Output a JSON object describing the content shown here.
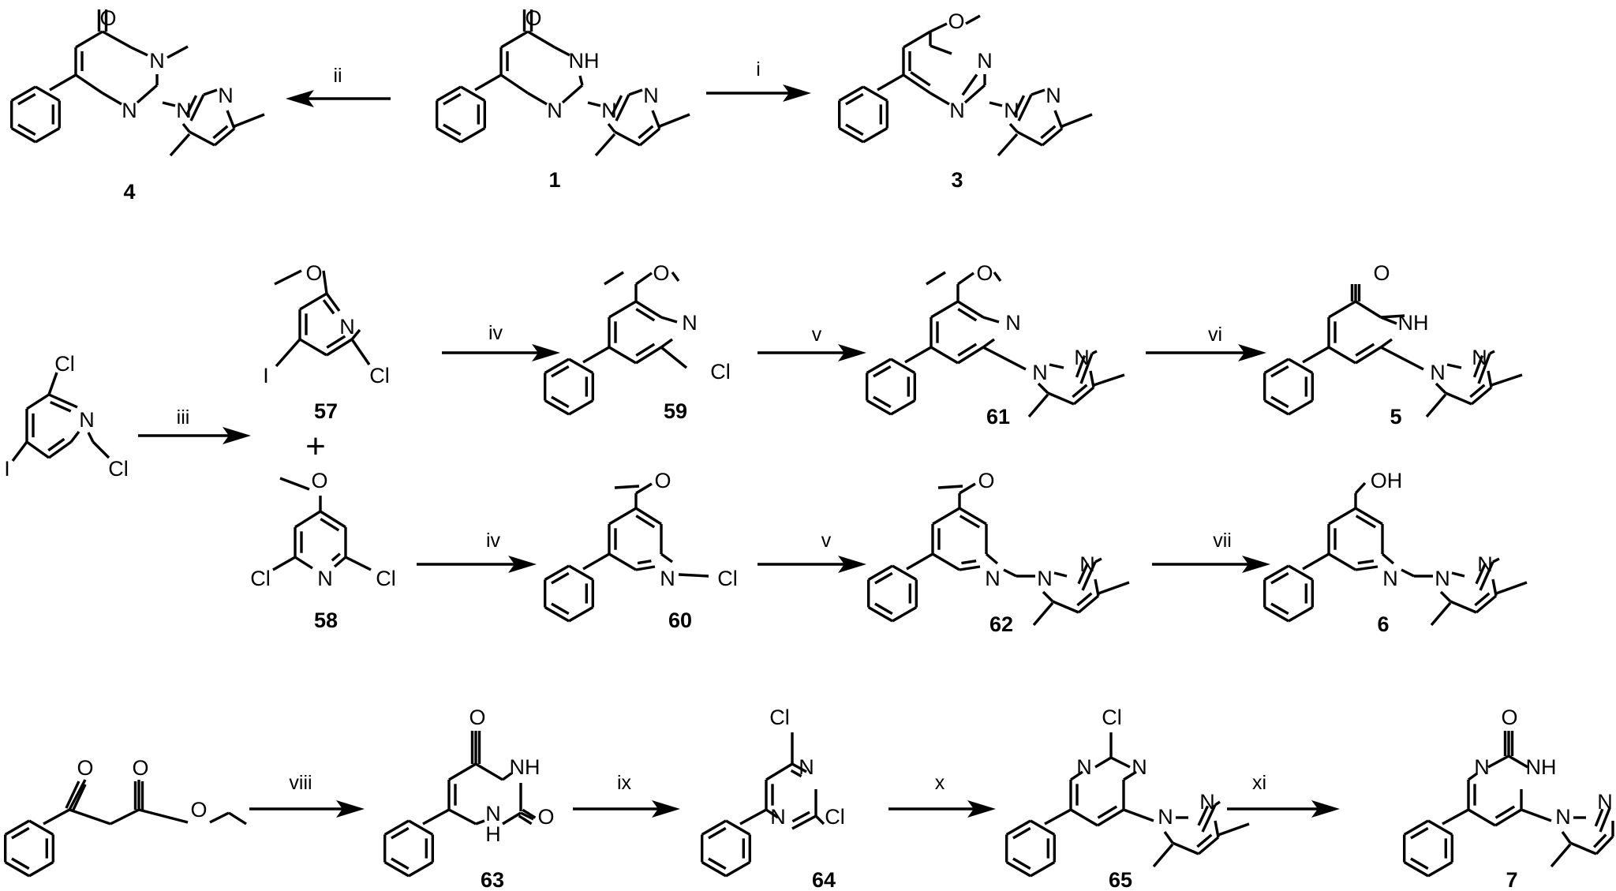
{
  "scheme": {
    "compound_labels": {
      "c1": "1",
      "c3": "3",
      "c4": "4",
      "c57": "57",
      "c58": "58",
      "c59": "59",
      "c60": "60",
      "c61": "61",
      "c62": "62",
      "c5": "5",
      "c6": "6",
      "c63": "63",
      "c64": "64",
      "c65": "65",
      "c7": "7"
    },
    "reagent_labels": {
      "i": "i",
      "ii": "ii",
      "iii": "iii",
      "iv_top": "iv",
      "iv_bottom": "iv",
      "v_top": "v",
      "v_bottom": "v",
      "vi": "vi",
      "vii": "vii",
      "viii": "viii",
      "ix": "ix",
      "x": "x",
      "xi": "xi"
    },
    "plus": "+",
    "atoms": {
      "O": "O",
      "N": "N",
      "NH": "NH",
      "H": "H",
      "Cl": "Cl",
      "I": "I",
      "OH": "OH"
    }
  }
}
